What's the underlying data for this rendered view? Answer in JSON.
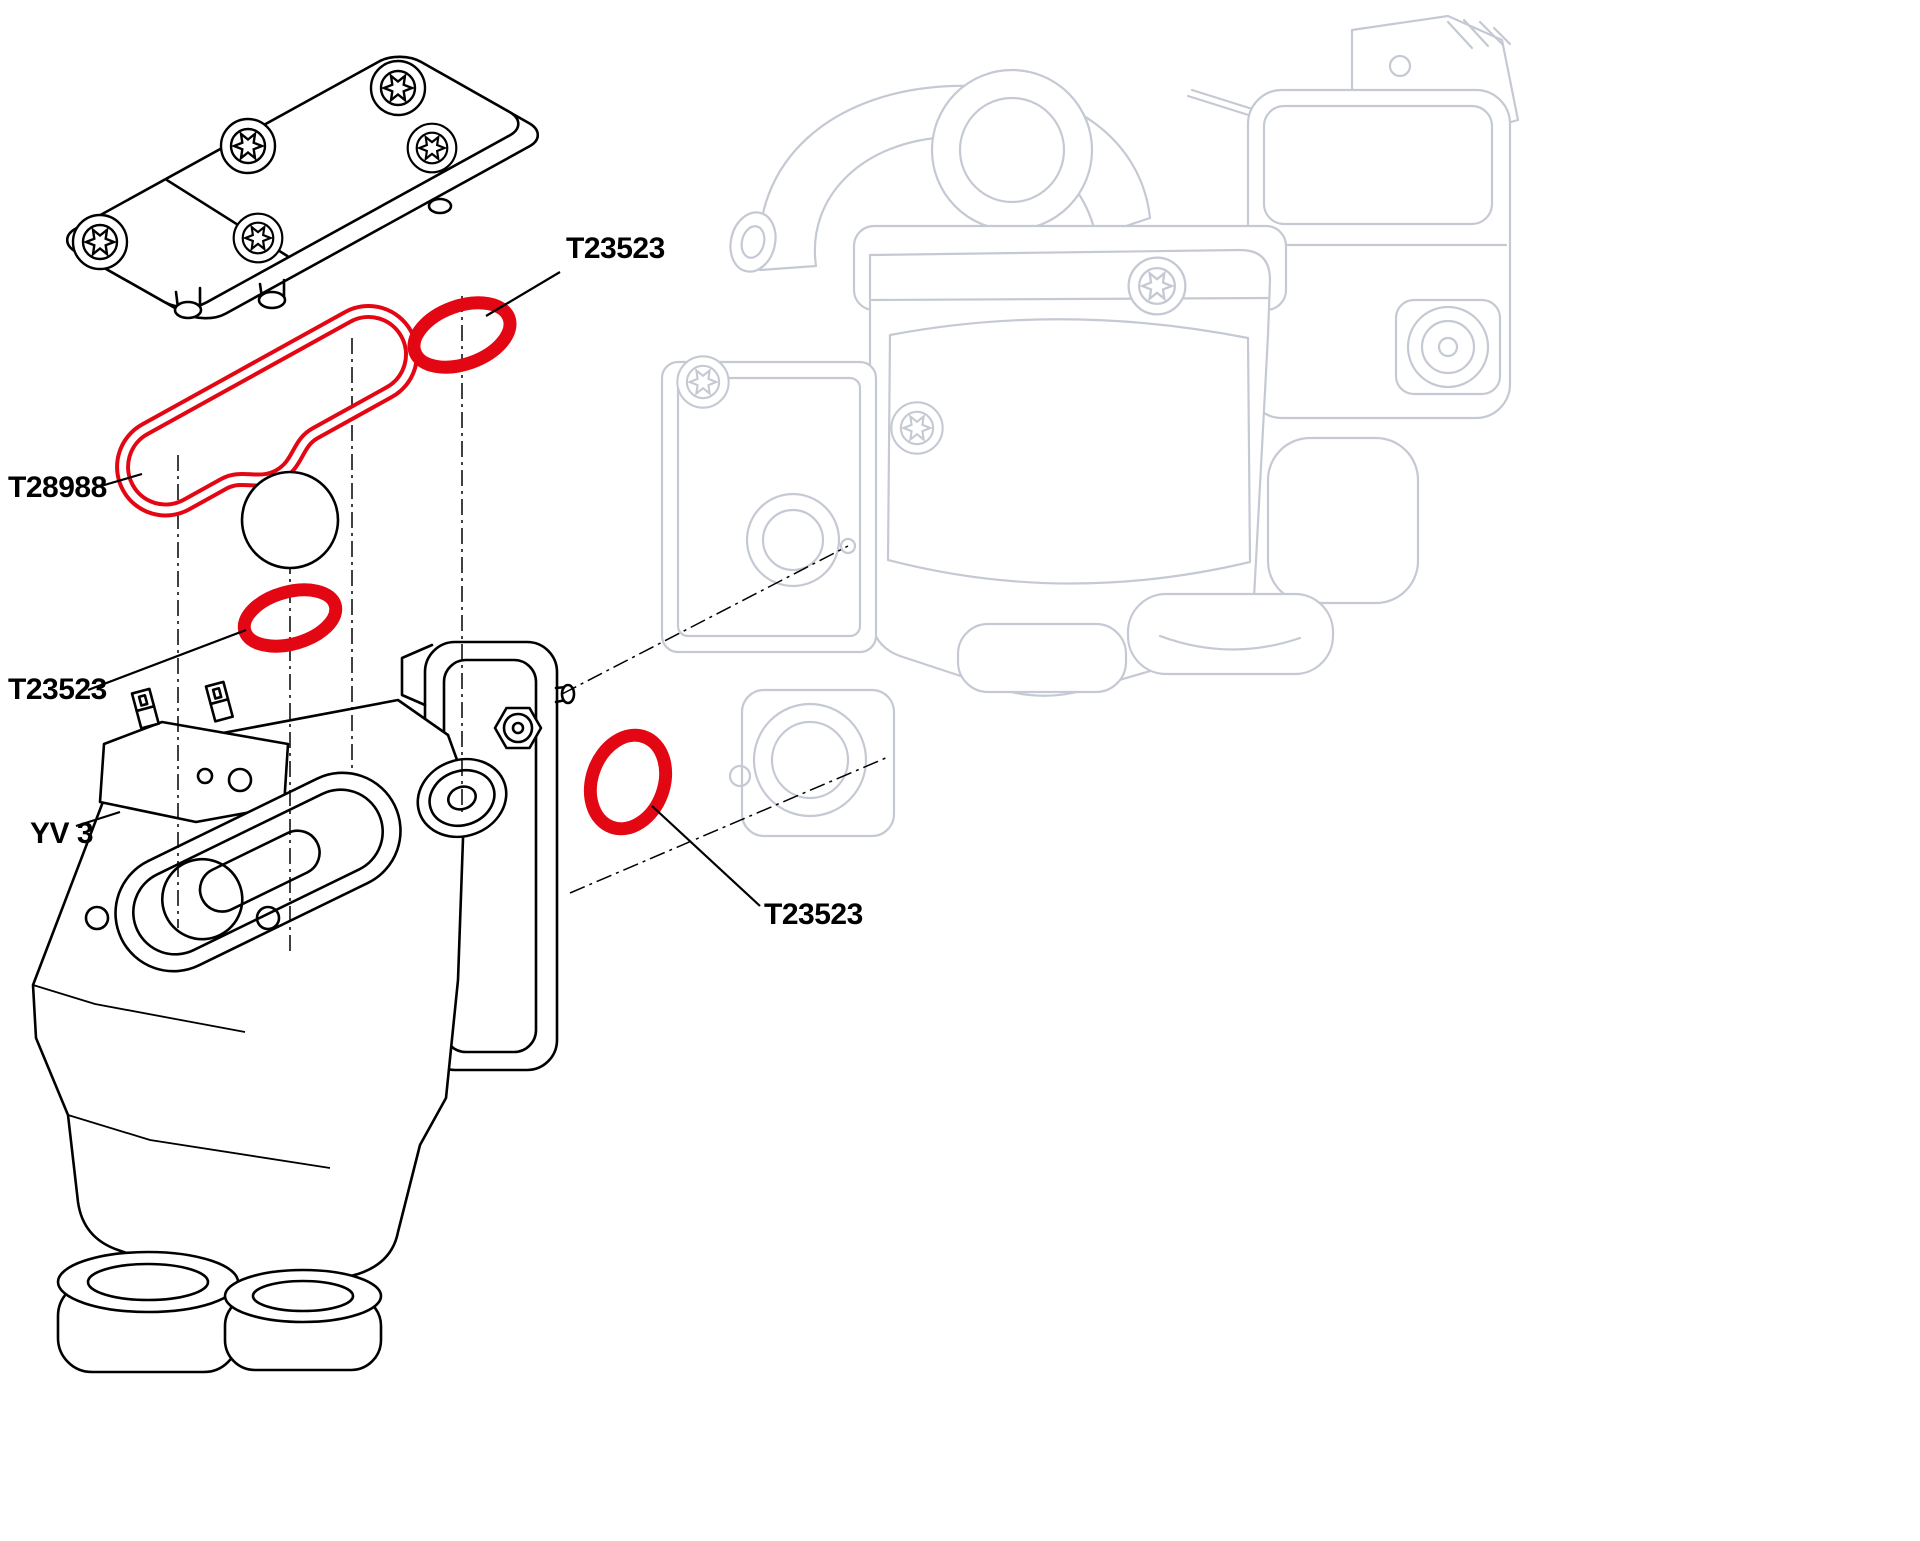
{
  "page": {
    "background": "#ffffff"
  },
  "diagram": {
    "type": "exploded-parts-diagram",
    "labels": {
      "oring_top": "T23523",
      "gasket": "T28988",
      "oring_left": "T23523",
      "valve": "YV 3",
      "oring_right": "T23523"
    },
    "colors": {
      "seal_red": "#e30613",
      "line_black": "#000000",
      "ghost_gray": "#c4c9d3",
      "background": "#ffffff"
    }
  }
}
